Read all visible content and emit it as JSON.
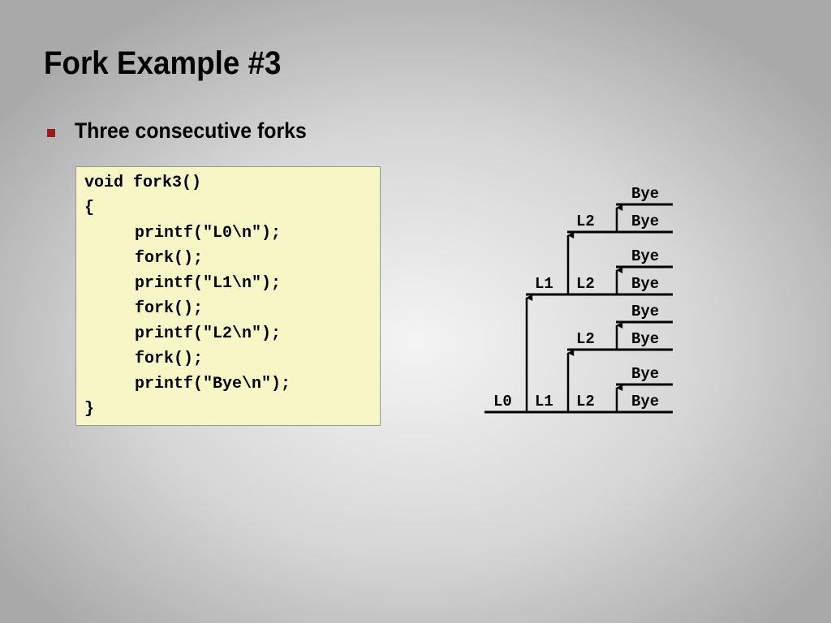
{
  "slide": {
    "title": "Fork Example #3",
    "bullet": "Three consecutive forks"
  },
  "code": {
    "lines": [
      "void fork3()",
      "{",
      "printf(\"L0\\n\");",
      "fork();",
      "printf(\"L1\\n\");",
      "fork();",
      "printf(\"L2\\n\");",
      "fork();",
      "printf(\"Bye\\n\");",
      "}"
    ]
  },
  "process_tree": {
    "label_l0": "L0",
    "label_l1": "L1",
    "label_l2": "L2",
    "label_bye": "Bye"
  },
  "colors": {
    "bullet": "#9b1b1b",
    "code_background": "#f6f6c6"
  }
}
